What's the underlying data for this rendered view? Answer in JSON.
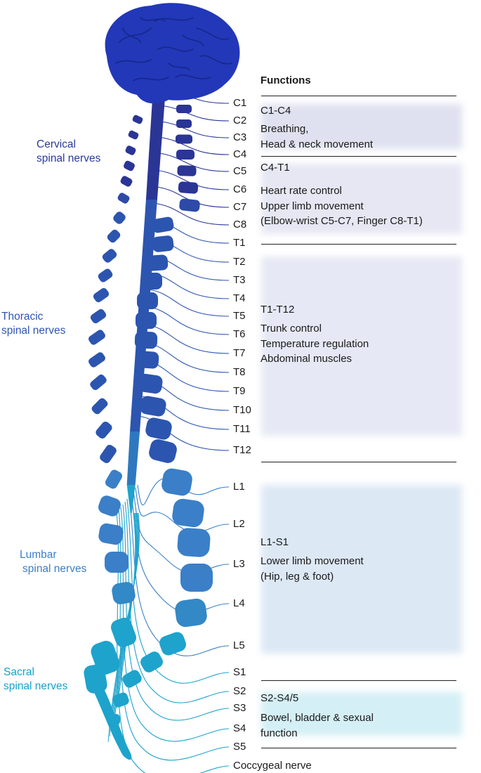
{
  "header": {
    "functions_title": "Functions"
  },
  "regions": [
    {
      "id": "cervical",
      "lines": [
        "Cervical",
        "spinal nerves"
      ],
      "color": "#2b3a9a"
    },
    {
      "id": "thoracic",
      "lines": [
        "Thoracic",
        "spinal nerves"
      ],
      "color": "#2f56b3"
    },
    {
      "id": "lumbar",
      "lines": [
        "Lumbar",
        "spinal nerves"
      ],
      "color": "#3a7fc8"
    },
    {
      "id": "sacral",
      "lines": [
        "Sacral",
        "spinal nerves"
      ],
      "color": "#1aa1c9"
    }
  ],
  "nerves": [
    "C1",
    "C2",
    "C3",
    "C4",
    "C5",
    "C6",
    "C7",
    "C8",
    "T1",
    "T2",
    "T3",
    "T4",
    "T5",
    "T6",
    "T7",
    "T8",
    "T9",
    "T10",
    "T11",
    "T12",
    "L1",
    "L2",
    "L3",
    "L4",
    "L5",
    "S1",
    "S2",
    "S3",
    "S4",
    "S5",
    "Coccygeal nerve"
  ],
  "functions": [
    {
      "range": "C1-C4",
      "lines": [
        "Breathing,",
        "Head & neck movement"
      ]
    },
    {
      "range": "C4-T1",
      "lines": [
        "Heart rate control",
        "Upper limb movement",
        "(Elbow-wrist C5-C7, Finger C8-T1)"
      ]
    },
    {
      "range": "T1-T12",
      "lines": [
        "Trunk control",
        "Temperature regulation",
        "Abdominal muscles"
      ]
    },
    {
      "range": "L1-S1",
      "lines": [
        "Lower limb movement",
        "(Hip, leg & foot)"
      ]
    },
    {
      "range": "S2-S4/5",
      "lines": [
        "Bowel, bladder & sexual",
        "function"
      ]
    }
  ],
  "colors": {
    "brain": "#2238b8",
    "cervical": "#2a3596",
    "thoracic": "#2c55b0",
    "lumbar": "#3a7fc8",
    "sacral": "#1ea3cc",
    "band_cervical": "#dfe1f0",
    "band_thoracic": "#e4e8f5",
    "band_lumbar": "#dde9f6",
    "band_sacral": "#d4f0f5"
  }
}
